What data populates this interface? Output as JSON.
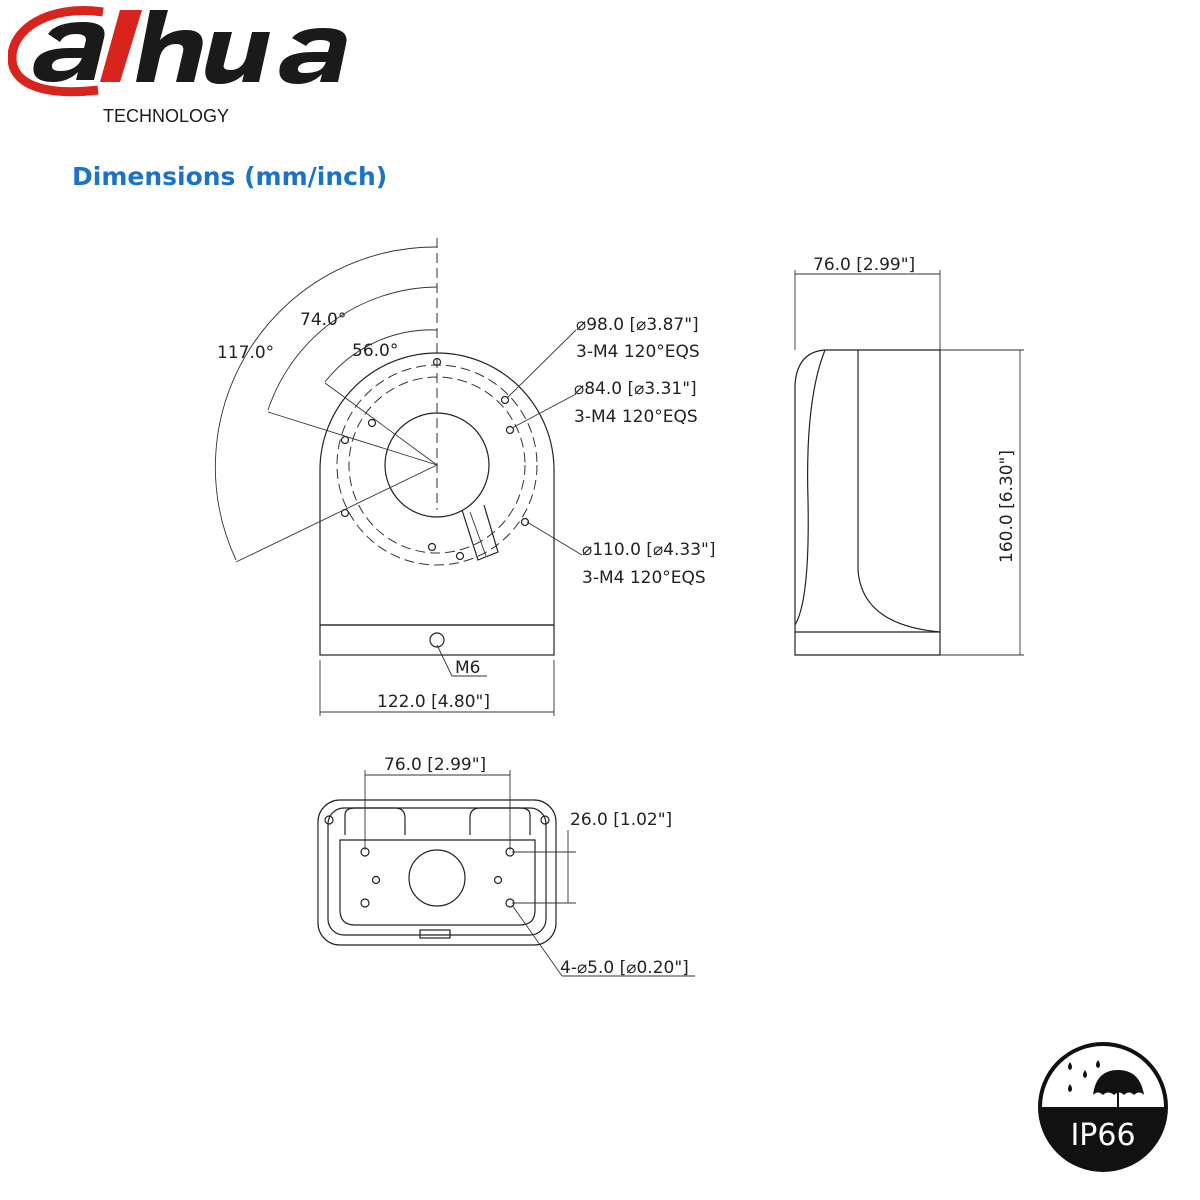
{
  "brand": {
    "name": "alhua",
    "tagline": "TECHNOLOGY",
    "logo_red": "#d9231d",
    "logo_black": "#1a1a1a"
  },
  "title": "Dimensions (mm/inch)",
  "title_color": "#1a73c8",
  "front_view": {
    "angles": [
      "117.0°",
      "74.0°",
      "56.0°"
    ],
    "callouts": [
      {
        "diameter": "⌀98.0 [⌀3.87\"]",
        "thread": "3-M4 120°EQS"
      },
      {
        "diameter": "⌀84.0 [⌀3.31\"]",
        "thread": "3-M4 120°EQS"
      },
      {
        "diameter": "⌀110.0 [⌀4.33\"]",
        "thread": "3-M4 120°EQS"
      }
    ],
    "screw": "M6",
    "width": "122.0 [4.80\"]"
  },
  "side_view": {
    "depth": "76.0 [2.99\"]",
    "height": "160.0 [6.30\"]"
  },
  "bottom_view": {
    "hole_spacing": "76.0 [2.99\"]",
    "vertical_spacing": "26.0 [1.02\"]",
    "holes": "4-⌀5.0 [⌀0.20\"]"
  },
  "badge": {
    "rating": "IP66",
    "icon": "rain-umbrella-icon"
  }
}
